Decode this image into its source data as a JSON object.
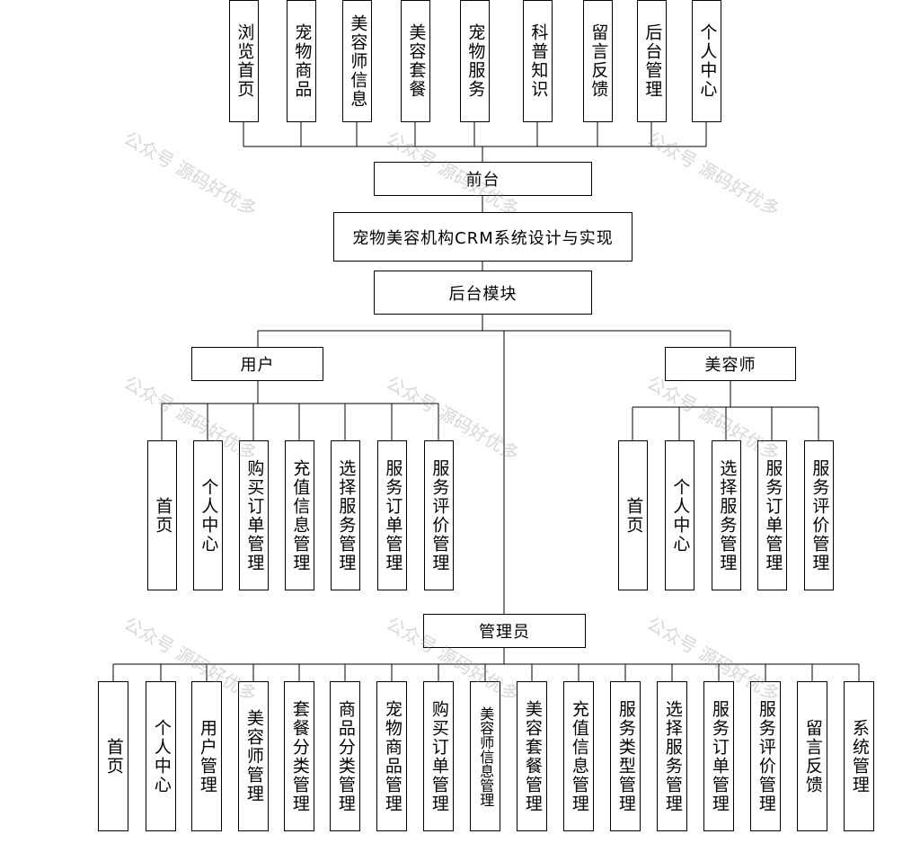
{
  "diagram": {
    "root": "宠物美容机构CRM系统设计与实现",
    "front": {
      "label": "前台",
      "items": [
        "浏览首页",
        "宠物商品",
        "美容师信息",
        "美容套餐",
        "宠物服务",
        "科普知识",
        "留言反馈",
        "后台管理",
        "个人中心"
      ]
    },
    "back": {
      "label": "后台模块",
      "user": {
        "label": "用户",
        "items": [
          "首页",
          "个人中心",
          "购买订单管理",
          "充值信息管理",
          "选择服务管理",
          "服务订单管理",
          "服务评价管理"
        ]
      },
      "beautician": {
        "label": "美容师",
        "items": [
          "首页",
          "个人中心",
          "选择服务管理",
          "服务订单管理",
          "服务评价管理"
        ]
      },
      "admin": {
        "label": "管理员",
        "items": [
          "首页",
          "个人中心",
          "用户管理",
          "美容师管理",
          "套餐分类管理",
          "商品分类管理",
          "宠物商品管理",
          "购买订单管理",
          "美容师信息管理",
          "美容套餐管理",
          "充值信息管理",
          "服务类型管理",
          "选择服务管理",
          "服务订单管理",
          "服务评价管理",
          "留言反馈",
          "系统管理"
        ]
      }
    }
  },
  "watermark": "公众号 源码好优多"
}
